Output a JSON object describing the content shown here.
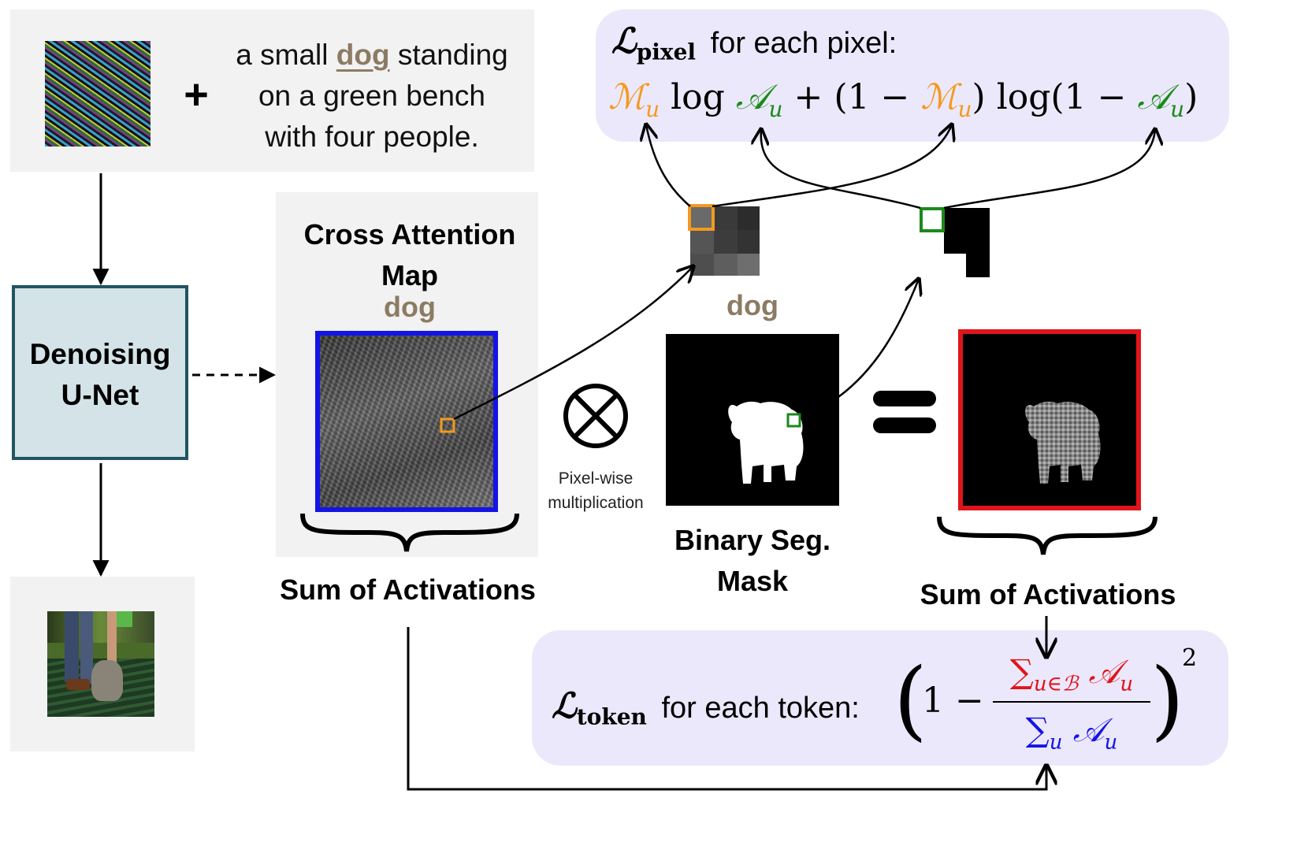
{
  "prompt": {
    "line1_pre": "a small ",
    "line1_token": "dog",
    "line1_post": " standing",
    "line2": "on a green bench",
    "line3": "with four people.",
    "plus": "+"
  },
  "unet": {
    "line1": "Denoising",
    "line2": "U-Net"
  },
  "cross_attention": {
    "title_line1": "Cross Attention",
    "title_line2": "Map",
    "token": "dog"
  },
  "sum_left": "Sum of Activations",
  "sum_right": "Sum of Activations",
  "multiply": {
    "symbol": "⊗",
    "label_line1": "Pixel-wise",
    "label_line2": "multiplication"
  },
  "equals": "=",
  "mask": {
    "token": "dog",
    "label_line1": "Binary Seg.",
    "label_line2": "Mask"
  },
  "loss_pixel": {
    "symbol": "ℒ",
    "subscript": "pixel",
    "caption": "for each pixel:",
    "M": "ℳ",
    "A": "𝒜",
    "u": "u",
    "log": "log",
    "plus": "+",
    "open_paren": "(",
    "one": "1",
    "minus": "−",
    "close_paren": ")",
    "log_open": "log(",
    "one_minus": "1 −"
  },
  "loss_token": {
    "symbol": "ℒ",
    "subscript": "token",
    "caption": "for each token:",
    "one_minus": "1 −",
    "num_sum": "∑",
    "num_sub": "u∈ℬ",
    "num_A": "𝒜",
    "num_u": "u",
    "den_sum": "∑",
    "den_sub": "u",
    "den_A": "𝒜",
    "den_u": "u",
    "exponent": "2",
    "open_paren": "(",
    "close_paren": ")"
  },
  "colors": {
    "token_brown": "#8c7b63",
    "orange": "#f39a1f",
    "green": "#1a8a1a",
    "red": "#e0141b",
    "blue": "#1414e6",
    "panel_gray": "#f2f2f2",
    "lavender": "#ece8fb",
    "unet_fill": "#d4e3e8",
    "unet_border": "#1f5561"
  }
}
